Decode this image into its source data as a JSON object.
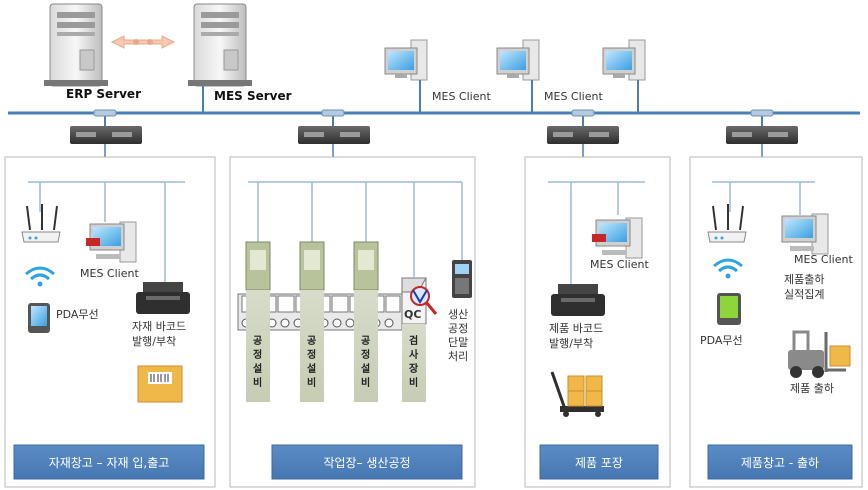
{
  "servers": {
    "erp": "ERP Server",
    "mes": "MES Server"
  },
  "top_clients": [
    "MES Client",
    "MES Client"
  ],
  "zones": {
    "warehouse": {
      "title": "자재창고 – 자재 입,출고",
      "client": "MES Client",
      "pda": "PDA무선",
      "printer": [
        "자재 바코드",
        "발행/부착"
      ]
    },
    "production": {
      "title": "작업장– 생산공정",
      "equipment": [
        "공",
        "정",
        "설",
        "비"
      ],
      "inspection": [
        "검",
        "사",
        "장",
        "비"
      ],
      "qc": "QC",
      "terminal": [
        "생산",
        "공정",
        "단말",
        "처리"
      ]
    },
    "packing": {
      "title": "제품 포장",
      "client": "MES Client",
      "printer": [
        "제품 바코드",
        "발행/부착"
      ]
    },
    "shipping": {
      "title": "제품창고 - 출하",
      "client": "MES Client",
      "result": [
        "제품출하",
        "실적집계"
      ],
      "pda": "PDA무선",
      "forklift": "제품 출하"
    }
  },
  "colors": {
    "network": "#4a7fb5",
    "button": "#4f81bd",
    "link": "#9fb9d9"
  }
}
